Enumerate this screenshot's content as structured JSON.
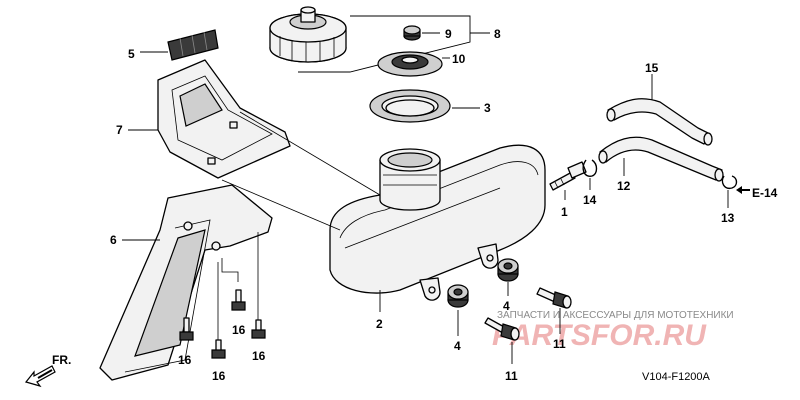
{
  "callouts": {
    "c1": "1",
    "c2": "2",
    "c3": "3",
    "c4a": "4",
    "c4b": "4",
    "c5": "5",
    "c6": "6",
    "c7": "7",
    "c8": "8",
    "c9": "9",
    "c10": "10",
    "c11a": "11",
    "c11b": "11",
    "c12": "12",
    "c13": "13",
    "c14": "14",
    "c15": "15",
    "c16a": "16",
    "c16b": "16",
    "c16c": "16",
    "c16d": "16"
  },
  "reference": {
    "label": "E-14"
  },
  "direction": {
    "label": "FR."
  },
  "diagram_code": "V104-F1200A",
  "watermark": {
    "tagline": "ЗАПЧАСТИ И АКСЕССУАРЫ ДЛЯ МОТОТЕХНИКИ",
    "logo": "PARTSFOR.RU"
  },
  "colors": {
    "ink": "#000000",
    "watermark_logo": "#f0b4b4",
    "watermark_text": "#8a8a8a"
  }
}
